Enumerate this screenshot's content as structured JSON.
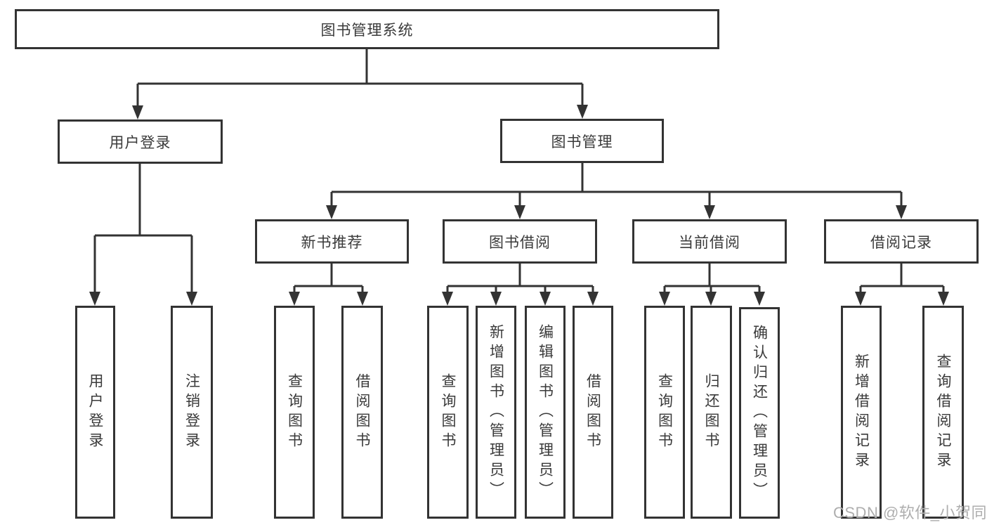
{
  "colors": {
    "line": "#333333",
    "text": "#3a3a3a",
    "box_bg": "#ffffff",
    "page_bg": "#ffffff",
    "watermark": "#aeaeae"
  },
  "watermark": "CSDN @软件_小贺同学",
  "nodes": {
    "root": "图书管理系统",
    "login_group": "用户登录",
    "book_mgmt": "图书管理",
    "leaf_user_login": "用户登录",
    "leaf_logout": "注销登录",
    "l3_new_books": "新书推荐",
    "l3_book_borrow": "图书借阅",
    "l3_current_borrow": "当前借阅",
    "l3_borrow_records": "借阅记录",
    "nb_query_books": "查询图书",
    "nb_borrow_books": "借阅图书",
    "bb_query_books": "查询图书",
    "bb_add_books": "新增图书（管理员）",
    "bb_edit_books": "编辑图书（管理员）",
    "bb_borrow_books": "借阅图书",
    "cb_query_books": "查询图书",
    "cb_return_books": "归还图书",
    "cb_confirm_return": "确认归还（管理员）",
    "br_add_record": "新增借阅记录",
    "br_query_record": "查询借阅记录"
  }
}
